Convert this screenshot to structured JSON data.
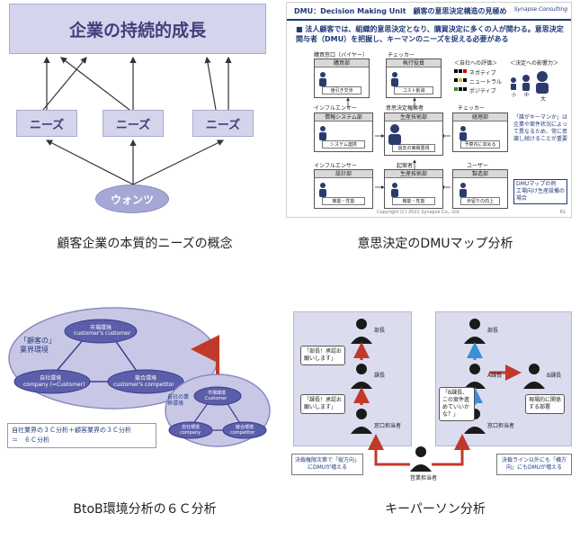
{
  "panel1": {
    "top_label": "企業の持続的成長",
    "needs": [
      "ニーズ",
      "ニーズ",
      "ニーズ"
    ],
    "wants": "ウォンツ",
    "caption": "顧客企業の本質的ニーズの概念"
  },
  "panel2": {
    "title": "DMU：Decision Making Unit　顧客の意思決定構造の見極め",
    "logo": "Synapse Consulting",
    "bullet": "■ 法人顧客では、組織的意思決定となり、購買決定に多くの人が関わる。意思決定関与者（DMU）を把握し、キーマンのニーズを捉える必要がある",
    "group_labels": [
      "購買窓口（バイヤー）",
      "チェッカー",
      "インフルエンサー",
      "意思決定権限者",
      "チェッカー",
      "インフルエンサー",
      "起案者",
      "ユーザー"
    ],
    "depts": [
      "購買部",
      "執行役員",
      "情報システム部",
      "生産技術部",
      "経理部",
      "設計部",
      "生産技術部",
      "製造部"
    ],
    "items": [
      "値引き交渉",
      "コスト削減",
      "システム連携",
      "過去の実績重視",
      "予算内に収める",
      "機能・性能",
      "機能・性能",
      "歩留りの向上"
    ],
    "legend_title": "＜自社への評価＞",
    "legend_items": [
      "ネガティブ",
      "ニュートラル",
      "ポジティブ"
    ],
    "influence_title": "＜決定への影響力＞",
    "influence_sizes": [
      "小",
      "中",
      "大"
    ],
    "note": "「誰がキーマンか」は企業や案件状況によって異なるため、常に意識し続けることが重要",
    "example": "DMUマップの例　工場向け生産設備の場合",
    "copyright": "Copyright (C) 2021 Synapse Co., Ltd.",
    "page_no": "61",
    "caption": "意思決定のDMUマップ分析"
  },
  "panel3": {
    "outer_label": "「顧客の」業界環境",
    "market": "市場環境",
    "market_en": "customer's customer",
    "company": "自社環境",
    "company_en": "company (=Customer)",
    "competitor": "競合環境",
    "competitor_en": "customer's competitor",
    "inner_label": "自社の業界環境",
    "inner_market": "市場環境",
    "inner_market_en": "Customer",
    "inner_company": "自社環境",
    "inner_company_en": "company",
    "inner_competitor": "競合環境",
    "inner_competitor_en": "competitor",
    "note_line1": "自社業界の３Ｃ分析＋顧客業界の３Ｃ分析",
    "note_line2": "＝　６Ｃ分析",
    "caption": "BtoB環境分析の６Ｃ分析"
  },
  "panel4": {
    "left_roles": [
      "部長",
      "課長",
      "窓口担当者"
    ],
    "left_bubbles": [
      "「部長！承認お願いします」",
      "「課長！承認お願いします」"
    ],
    "right_roles": [
      "部長",
      "A課長",
      "B課長",
      "窓口担当者"
    ],
    "right_bubble": "「B課長、この案件進めていいかな？」",
    "right_sub": "現場的に関係する部署",
    "sales_label": "営業担当者",
    "left_box": "決裁権限次第で「縦方向」にDMUが増える",
    "right_box": "決裁ライン以外にも「横方向」にもDMUが増える",
    "caption": "キーパーソン分析"
  },
  "colors": {
    "lavender": "#d4d4ec",
    "navy": "#1f3a7a",
    "accent_red": "#c0392b"
  }
}
